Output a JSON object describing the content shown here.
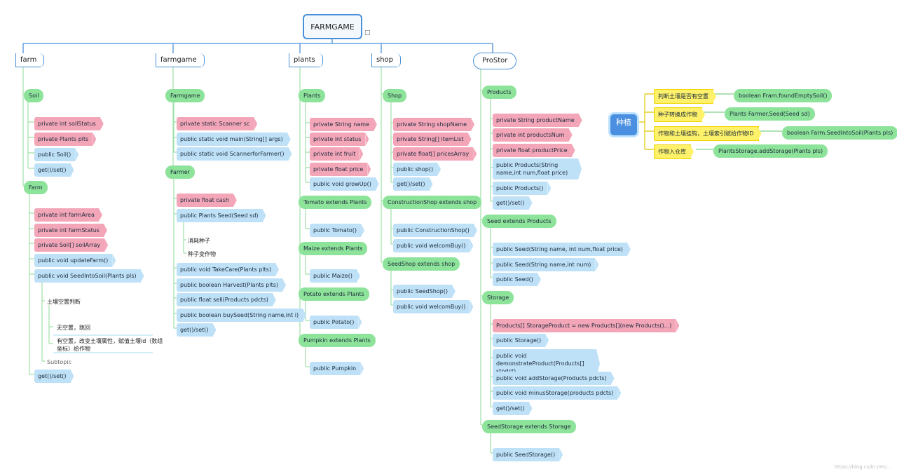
{
  "root": {
    "label": "FARMGAME"
  },
  "categories": {
    "farm": "farm",
    "farmgame": "farmgame",
    "plants": "plants",
    "shop": "shop",
    "prostor": "ProStor"
  },
  "farm": {
    "soil": "Soil",
    "soil_fields": [
      "private int soilStatus",
      "private Plants plts"
    ],
    "soil_methods": [
      "public Soil()",
      "get()/set()"
    ],
    "farm": "Farm",
    "farm_fields": [
      "private int farmArea",
      "private int farmStatus",
      "private Soil[] soilArray"
    ],
    "farm_methods": [
      "public void updateFarm()",
      "public void SeedIntoSoil(Plants pls)"
    ],
    "seed_notes": {
      "judge": "土壤空置判断",
      "empty": "无空置，跳回",
      "has_empty": "有空置，改变土壤属性，赋值土壤id（数组坐标）给作物",
      "subtopic": "Subtopic"
    },
    "farm_getset": "get()/set()"
  },
  "farmgame": {
    "farmgame": "Farmgame",
    "farmgame_fields": [
      "private static Scanner sc"
    ],
    "farmgame_methods": [
      "public static void main(String[] args)",
      "public static void ScannerforFarmer()"
    ],
    "farmer": "Farmer",
    "farmer_fields": [
      "private float cash"
    ],
    "seed_method": "public Plants Seed(Seed sd)",
    "seed_notes": [
      "消耗种子",
      "种子变作物"
    ],
    "farmer_methods": [
      "public void TakeCare(Plants plts)",
      "public boolean Harvest(Plants plts)",
      "public float sell(Products pdcts)",
      "public boolean buySeed(String name,int i)",
      "get()/set()"
    ]
  },
  "plants": {
    "plants": "Plants",
    "fields": [
      "private String name",
      "private int status",
      "private int fruit",
      "private float price"
    ],
    "grow": "public void growUp()",
    "tomato": "Tomato extends Plants",
    "tomato_ctor": "public Tomato()",
    "maize": "Maize extends Plants",
    "maize_ctor": "public Maize()",
    "potato": "Potato extends Plants",
    "potato_ctor": "public Potato()",
    "pumpkin": "Pumpkin extends Plants",
    "pumpkin_ctor": "public Pumpkin"
  },
  "shop": {
    "shop": "Shop",
    "fields": [
      "private String shopName",
      "private String[] itemList",
      "private float[] pricesArray"
    ],
    "methods": [
      "public shop()",
      "get()/set()"
    ],
    "construction": "ConstructionShop extends shop",
    "construction_methods": [
      "public ConstructionShop()",
      "public void welcomBuy()"
    ],
    "seedshop": "SeedShop extends shop",
    "seedshop_methods": [
      "public SeedShop()",
      "public void welcomBuy()"
    ]
  },
  "prostor": {
    "products": "Products",
    "fields": [
      "private String productName",
      "private int productsNum",
      "private float productPrice"
    ],
    "ctor_full": "public Products(String name,int num,float price)",
    "methods": [
      "public Products()",
      "get()/set()"
    ],
    "seed": "Seed extends Products",
    "seed_methods": [
      "public Seed(String name, int num,float price)",
      "public Seed(String name,int num)",
      "public Seed()"
    ],
    "storage": "Storage",
    "storage_field": "Products[] StorageProduct = new Products[](new Products()...)",
    "storage_ctor": "public Storage()",
    "demonstrate": "public void demonstrateProduct(Products[] stpdct)",
    "storage_methods": [
      "public void addStorage(Products pdcts)",
      "public void minusStorage(products pdcts)",
      "get()/set()"
    ],
    "seedstorage": "SeedStorage extends Storage",
    "seedstorage_ctor": "public SeedStorage()"
  },
  "planting": {
    "center": "种植",
    "steps": [
      {
        "label": "判断土壤是否有空置",
        "method": "boolean Fram.foundEmptySoil()"
      },
      {
        "label": "种子转换成作物",
        "method": "Plants Farmer.Seed(Seed sd)"
      },
      {
        "label": "作物和土壤挂钩，土壤索引赋给作物ID",
        "method": "boolean Farm.SeedIntoSoil(Plants pls)"
      },
      {
        "label": "作物入仓库",
        "method": "PlantsStorage.addStorage(Plants pls)"
      }
    ]
  },
  "colors": {
    "branch": "#4a90d9",
    "green": "#8ee39a",
    "pink": "#f4a6b9",
    "blue": "#bfe1f8",
    "yellow": "#fff26a"
  },
  "watermark": "https://blog.csdn.net/...",
  "note_icon": "note-icon"
}
